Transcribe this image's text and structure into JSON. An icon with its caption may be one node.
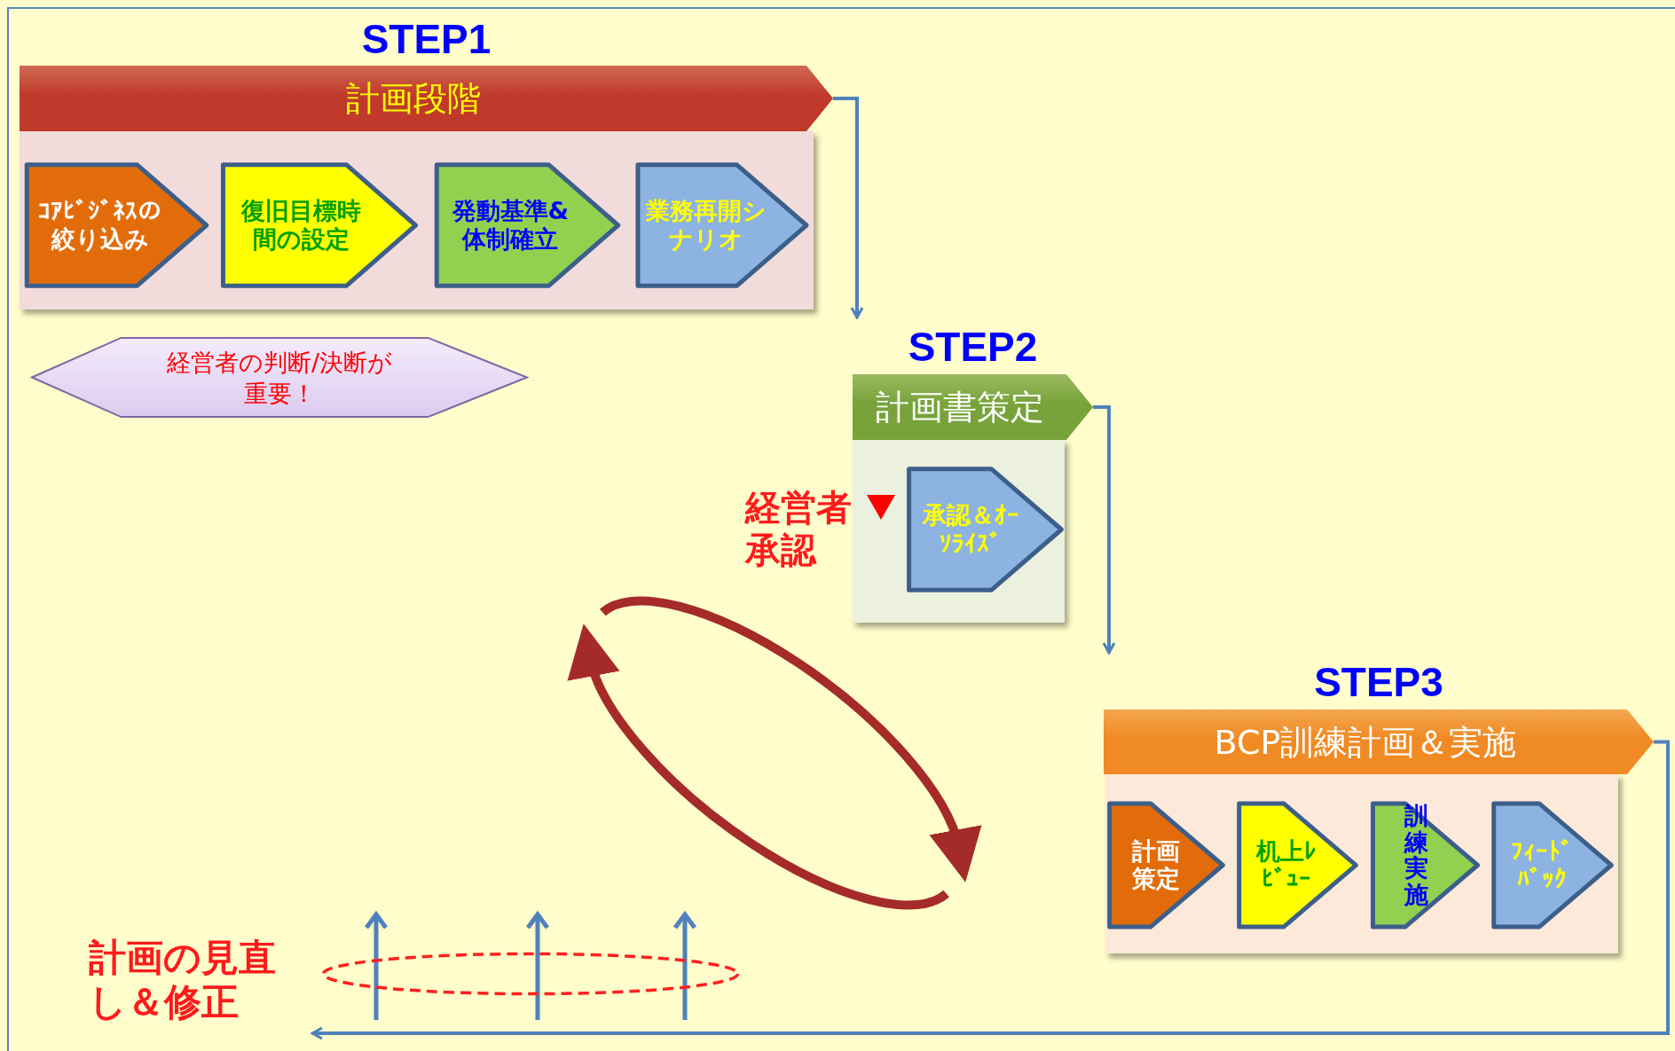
{
  "diagram": {
    "nodes": [
      {
        "text": [
          "STEP1",
          "計画段階"
        ]
      },
      {
        "text": [],
        "shape": "box"
      },
      {
        "text": [
          "ｺｱﾋﾞｼﾞﾈｽの絞り込み"
        ],
        "in": 1
      },
      {
        "text": [
          "復旧目標時間の設定"
        ],
        "in": 1
      },
      {
        "text": [
          "発動基準&体制確立"
        ],
        "in": 1
      },
      {
        "text": [
          "業務再開シナリオ"
        ],
        "in": 1
      },
      {
        "text": [
          "経営者の判断/決断が重要！"
        ]
      },
      {
        "text": [
          "STEP2",
          "計画書策定"
        ]
      },
      {
        "text": [],
        "shape": "box"
      },
      {
        "text": [
          "承認＆ｵｰｿﾗｲｽﾞ"
        ],
        "in": 8
      },
      {
        "text": [
          "STEP3",
          "BCP訓練計画＆実施"
        ]
      },
      {
        "text": [],
        "shape": "box"
      },
      {
        "text": [
          "計画策定"
        ],
        "in": 11
      },
      {
        "text": [
          "机上ﾚﾋﾞｭｰ"
        ],
        "in": 11
      },
      {
        "text": [
          "訓練実施"
        ],
        "in": 11
      },
      {
        "text": [
          "ﾌｨｰﾄﾞﾊﾞｯｸ"
        ],
        "in": 11
      },
      {
        "text": [],
        "shape": "ellipse"
      },
      {
        "text": [
          "計画の見直し＆修正"
        ]
      }
    ],
    "edges": [
      {
        "from": 0,
        "to": 7,
        "arrow": "to"
      },
      {
        "from": 7,
        "to": 10,
        "arrow": "to"
      },
      {
        "from": 10,
        "to": 17,
        "arrow": "to"
      }
    ],
    "labels": [
      "経営者承認"
    ]
  }
}
